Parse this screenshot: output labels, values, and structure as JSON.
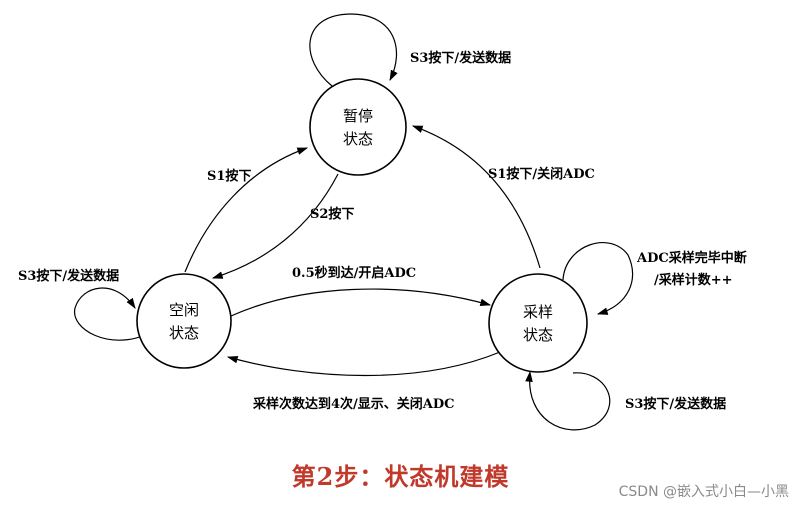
{
  "states": {
    "paused": [
      "暂停",
      "状态"
    ],
    "idle": [
      "空闲",
      "状态"
    ],
    "sampling": [
      "采样",
      "状态"
    ]
  },
  "edges": {
    "paused_self": "S3按下/发送数据",
    "idle_to_paused": "S1按下",
    "paused_to_idle": "S2按下",
    "sampling_to_paused": "S1按下/关闭ADC",
    "idle_self": "S3按下/发送数据",
    "idle_to_sampling": "0.5秒到达/开启ADC",
    "sampling_self_adc_line1": "ADC采样完毕中断",
    "sampling_self_adc_line2": "/采样计数++",
    "sampling_self_s3": "S3按下/发送数据",
    "sampling_to_idle": "采样次数达到4次/显示、关闭ADC"
  },
  "caption": "第2步：状态机建模",
  "watermark": "CSDN @嵌入式小白—小黑",
  "colors": {
    "caption": "#c0392b",
    "watermark": "#8a8a8a",
    "stroke": "#000000"
  }
}
